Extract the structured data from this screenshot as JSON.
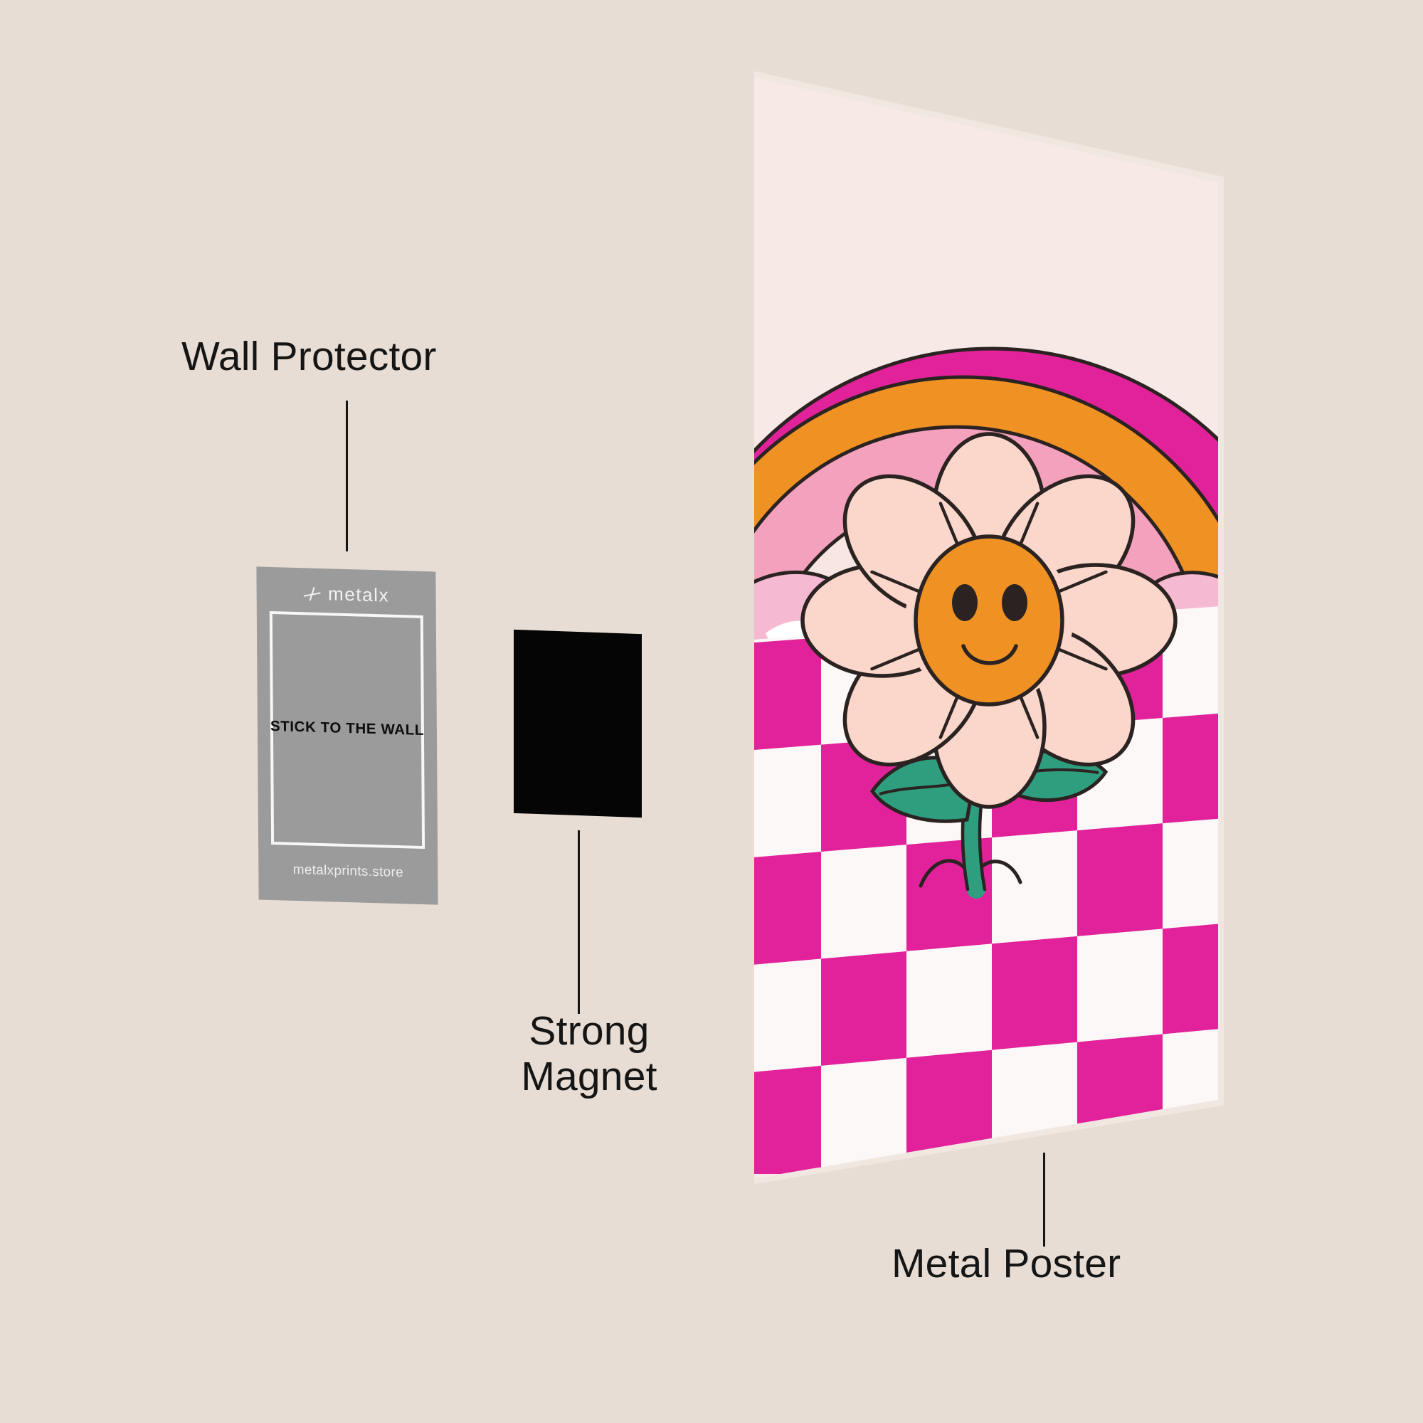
{
  "scene": {
    "background_color": "#e8ddd4",
    "title": "Metal poster mounting kit illustration"
  },
  "annotations": [
    {
      "id": "wall-protector",
      "label": "Wall Protector",
      "connector": "vertical-line"
    },
    {
      "id": "strong-magnet",
      "label": "Strong\nMagnet",
      "connector": "vertical-line"
    },
    {
      "id": "metal-poster",
      "label": "Metal Poster",
      "connector": "vertical-line"
    }
  ],
  "wall_protector": {
    "brand": "metalx",
    "logo_icon": "metalx-cross-icon",
    "headline": "STICK TO THE WALL",
    "url": "metalxprints.store",
    "card_color": "#9b9b9b",
    "frame_color": "#f7f7f7",
    "text_color": "#0d0d0d"
  },
  "strong_magnet": {
    "color": "#050505",
    "shape": "rectangle"
  },
  "metal_poster": {
    "background_color": "#f7e9e6",
    "edge_color": "#f0e7e1",
    "outline_color": "#2b2321",
    "artwork": {
      "name": "retro-daisy-rainbow",
      "rainbow_arcs": [
        {
          "name": "magenta-arc",
          "color": "#e2229a"
        },
        {
          "name": "orange-arc",
          "color": "#ef9223"
        },
        {
          "name": "pink-arc",
          "color": "#f4a1bd"
        },
        {
          "name": "cream-core",
          "color": "#f7e6e2"
        }
      ],
      "clouds": [
        {
          "name": "cloud-left",
          "color": "#f6b9d2",
          "highlight": "#ffffff"
        },
        {
          "name": "cloud-right",
          "color": "#f6b9d2",
          "highlight": "#ffffff"
        }
      ],
      "flower": {
        "petal_color": "#fbd7cb",
        "center_color": "#ef9223",
        "eye_color": "#2b2321",
        "petal_count": 8,
        "expression": "smile"
      },
      "stem": {
        "color": "#2e9e7e",
        "leaf_color": "#2e9e7e",
        "leaf_count": 2
      },
      "floor": {
        "pattern": "checkerboard",
        "color_a": "#e2229a",
        "color_b": "#fbf8f7",
        "columns": 6,
        "rows": 5
      }
    }
  }
}
